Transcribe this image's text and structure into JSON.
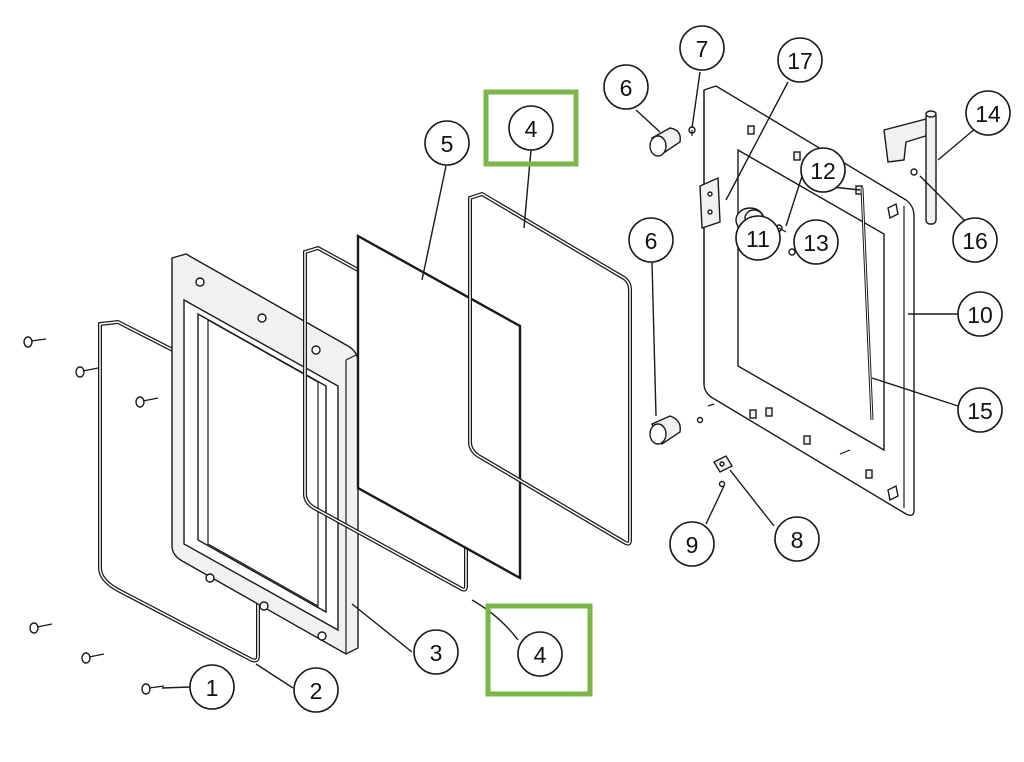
{
  "highlight_color": "#7ab648",
  "callouts": {
    "c1": "1",
    "c2": "2",
    "c3": "3",
    "c4a": "4",
    "c4b": "4",
    "c5": "5",
    "c6a": "6",
    "c6b": "6",
    "c7": "7",
    "c8": "8",
    "c9": "9",
    "c10": "10",
    "c11": "11",
    "c12": "12",
    "c13": "13",
    "c14": "14",
    "c15": "15",
    "c16": "16",
    "c17": "17"
  }
}
